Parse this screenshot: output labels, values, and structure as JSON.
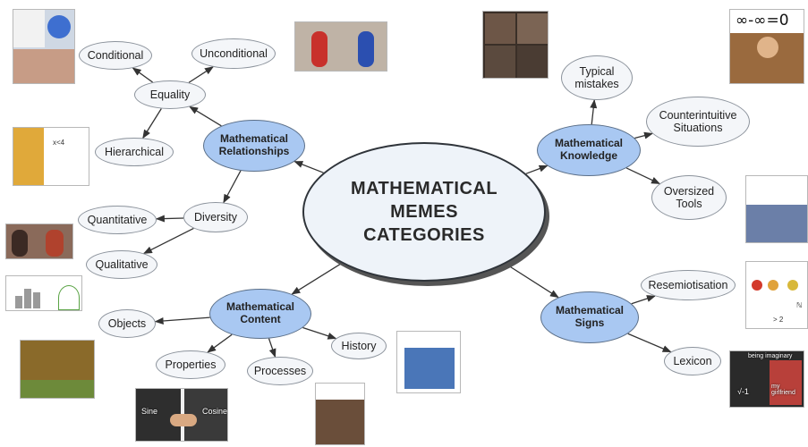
{
  "center": {
    "label": "MATHEMATICAL\nMEMES\nCATEGORIES"
  },
  "categories": {
    "relationships": "Mathematical Relationships",
    "knowledge": "Mathematical Knowledge",
    "content": "Mathematical Content",
    "signs": "Mathematical Signs"
  },
  "leaves": {
    "conditional": "Conditional",
    "unconditional": "Unconditional",
    "equality": "Equality",
    "hierarchical": "Hierarchical",
    "diversity": "Diversity",
    "quantitative": "Quantitative",
    "qualitative": "Qualitative",
    "typical_mistakes": "Typical mistakes",
    "counterintuitive": "Counterintuitive Situations",
    "oversized_tools": "Oversized Tools",
    "objects": "Objects",
    "properties": "Properties",
    "processes": "Processes",
    "history": "History",
    "resemiotisation": "Resemiotisation",
    "lexicon": "Lexicon"
  },
  "thumbnails": {
    "infinity_meme": "∞-∞=0",
    "sine": "Sine",
    "cosine": "Cosine",
    "imaginary": "being imaginary",
    "girlfriend": "my girlfriend",
    "sqrt_minus_one": "√-1",
    "sets": "ℕ",
    "ineq": "x<4",
    "apple_count": "> 2"
  },
  "colors": {
    "category_fill": "#a9c8f2",
    "leaf_fill": "#f4f6f9",
    "edge": "#333333"
  }
}
